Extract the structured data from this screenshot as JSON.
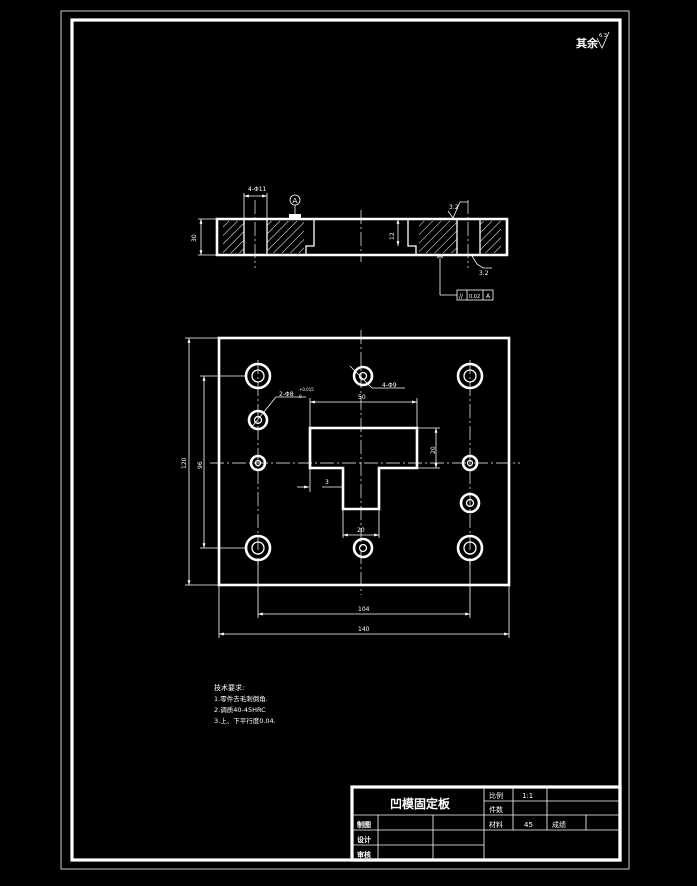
{
  "colors": {
    "background": "#000000",
    "lines": "#ffffff"
  },
  "drawing": {
    "roughness_note": "其余",
    "roughness_note_value": "6.3",
    "section_view": {
      "hole_callout": "4-Φ11",
      "datum_label": "A",
      "thickness_dim": "30",
      "pocket_depth_dim": "12",
      "roughness_top": "3.2",
      "roughness_bottom": "3.2",
      "tolerance_symbol": "//",
      "tolerance_value": "0.02",
      "tolerance_datum": "A"
    },
    "plan_view": {
      "dim_overall_height": "120",
      "dim_hole_spacing_vertical": "96",
      "dim_slot_width": "50",
      "dim_slot_height": "20",
      "dim_offset": "3",
      "dim_stem_width": "20",
      "dim_hole_spacing_horizontal": "104",
      "dim_overall_width": "140",
      "callout_pin_holes": "2-Φ8",
      "callout_pin_holes_sub": "0",
      "callout_pin_holes_sup": "+0.015",
      "callout_screw_holes": "4-Φ9"
    },
    "tech_requirements": {
      "title": "技术要求:",
      "lines": [
        "1.零件去毛刺倒角.",
        "2.调质40-45HRC",
        "3.上、下平行度0.04."
      ]
    }
  },
  "title_block": {
    "part_name": "凹模固定板",
    "scale_label": "比例",
    "scale_value": "1:1",
    "quantity_label": "件数",
    "material_label": "材料",
    "material_value": "45",
    "grade_label": "成绩",
    "drawn_label": "制图",
    "designed_label": "设计",
    "checked_label": "审核"
  }
}
